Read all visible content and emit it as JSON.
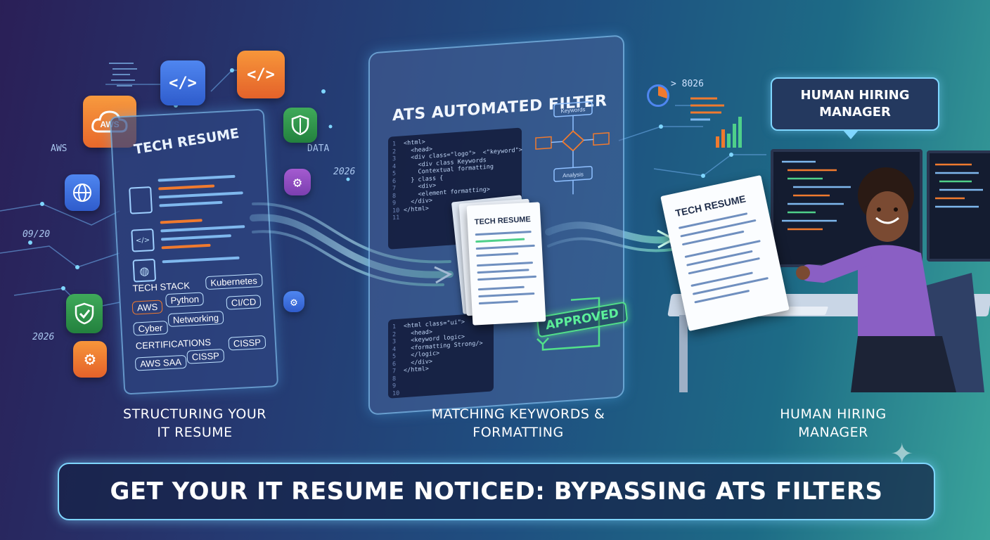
{
  "resume_card": {
    "title": "TECH RESUME",
    "stack_heading": "TECH STACK",
    "skills": [
      "Python",
      "Kubernetes",
      "AWS",
      "Networking",
      "CI/CD",
      "Cyber"
    ],
    "cert_heading": "CERTIFICATIONS",
    "certs": [
      "AWS SAA",
      "CISSP",
      "CISSP"
    ]
  },
  "floating_labels": {
    "aws_left": "AWS",
    "aws_icon": "AWS",
    "data": "DATA",
    "year_top": "2026",
    "date_left": "09/20",
    "year_bottom": "2026",
    "metric": "> 8026"
  },
  "ats_panel": {
    "title": "ATS AUTOMATED FILTER",
    "doc_title": "TECH RESUME",
    "approved": "APPROVED",
    "flow_top": "Keywords",
    "flow_bottom": "Analysis",
    "code_top": [
      "<html>",
      "  <head>",
      "  <div class=\"logo\">  <\"keyword\">",
      "    <div class Keywords",
      "    Contextual formatting",
      "  } class {",
      "    <div>",
      "    <element formatting>",
      "  </div>",
      "</html>",
      ""
    ],
    "code_top_nums": [
      "1",
      "2",
      "3",
      "4",
      "5",
      "6",
      "7",
      "8",
      "9",
      "10",
      "11"
    ],
    "code_bottom": [
      "<html class=\"ui\">",
      "  <head>",
      "  <keyword logic>",
      "  <formatting Strong/>",
      "  </logic>",
      "  </div>",
      "</html>",
      ""
    ],
    "code_bottom_nums": [
      "1",
      "2",
      "3",
      "4",
      "5",
      "6",
      "7",
      "8",
      "9",
      "10"
    ]
  },
  "manager": {
    "bubble": "HUMAN HIRING MANAGER",
    "paper_title": "TECH RESUME"
  },
  "captions": {
    "step1": "STRUCTURING YOUR IT RESUME",
    "step2": "MATCHING KEYWORDS & FORMATTING",
    "step3": "HUMAN HIRING MANAGER"
  },
  "banner": {
    "title": "GET YOUR IT RESUME NOTICED: BYPASSING ATS FILTERS"
  },
  "colors": {
    "accent_cyan": "#7fd6ff",
    "approved_green": "#52e08a",
    "orange": "#f07a2e",
    "blue_tile": "#3b6fe0"
  },
  "icons": [
    "cloud-icon",
    "code-icon",
    "shield-icon",
    "gear-icon",
    "globe-icon",
    "user-icon",
    "check-shield-icon",
    "pie-chart-icon",
    "bar-chart-icon"
  ]
}
